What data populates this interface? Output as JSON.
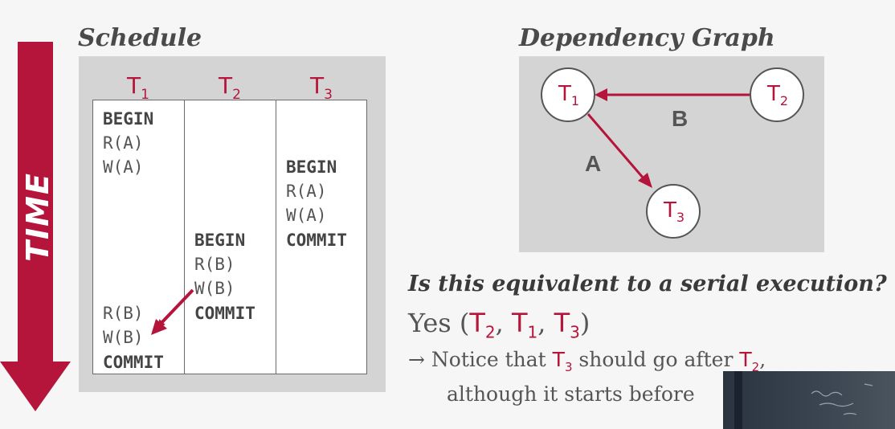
{
  "time_label": "TIME",
  "schedule": {
    "heading": "Schedule",
    "columns": [
      {
        "label": "T",
        "sub": "1"
      },
      {
        "label": "T",
        "sub": "2"
      },
      {
        "label": "T",
        "sub": "3"
      }
    ],
    "ops": {
      "t1_begin": "BEGIN",
      "t1_ra": "R(A)",
      "t1_wa": "W(A)",
      "t3_begin": "BEGIN",
      "t3_ra": "R(A)",
      "t3_wa": "W(A)",
      "t3_commit": "COMMIT",
      "t2_begin": "BEGIN",
      "t2_rb": "R(B)",
      "t2_wb": "W(B)",
      "t2_commit": "COMMIT",
      "t1_rb": "R(B)",
      "t1_wb": "W(B)",
      "t1_commit": "COMMIT"
    }
  },
  "graph": {
    "heading": "Dependency Graph",
    "nodes": {
      "t1": {
        "label": "T",
        "sub": "1"
      },
      "t2": {
        "label": "T",
        "sub": "2"
      },
      "t3": {
        "label": "T",
        "sub": "3"
      }
    },
    "edges": {
      "b": "B",
      "a": "A"
    }
  },
  "question": "Is this equivalent to a serial execution?",
  "answer": {
    "prefix": "Yes (",
    "order": [
      {
        "label": "T",
        "sub": "2"
      },
      {
        "label": "T",
        "sub": "1"
      },
      {
        "label": "T",
        "sub": "3"
      }
    ],
    "sep": ", ",
    "suffix": ")"
  },
  "note": {
    "arrow": "→ Notice that ",
    "t3": {
      "label": "T",
      "sub": "3"
    },
    "mid": " should go after ",
    "t2": {
      "label": "T",
      "sub": "2"
    },
    "end": ",",
    "line2": "although it starts before"
  },
  "colors": {
    "accent": "#b5153a",
    "panel": "#d4d4d4",
    "text": "#555555"
  }
}
